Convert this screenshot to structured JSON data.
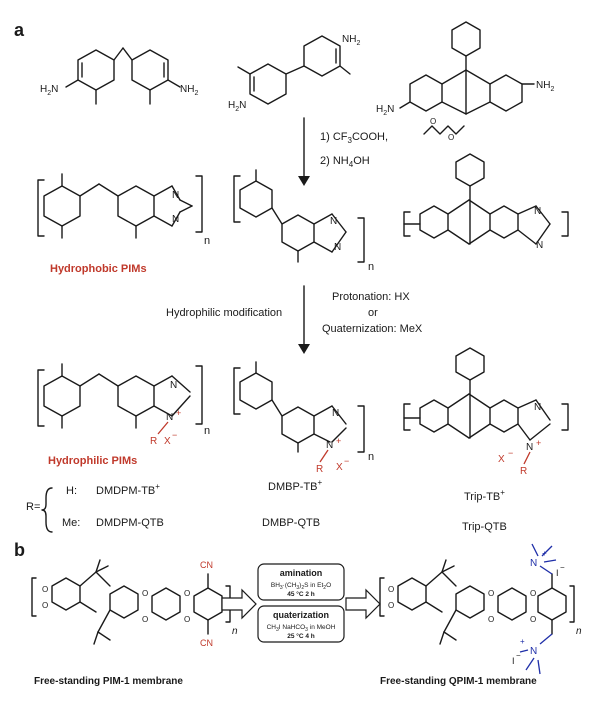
{
  "panel_a": {
    "label": "a",
    "reagents": {
      "step1_cf3cooh": "1) CF",
      "step1_sub3": "3",
      "step1_cooh": "COOH,",
      "step2": "2) NH",
      "step2_sub": "4",
      "step2_oh": "OH"
    },
    "monomers": {
      "nh2": "NH",
      "nh2_sub": "2",
      "h2n": "H",
      "h2n_sub": "2",
      "h2n_n": "N"
    },
    "hydrophobic_label": "Hydrophobic PIMs",
    "hydrophilic_label": "Hydrophilic PIMs",
    "modification": "Hydrophilic modification",
    "protonation": "Protonation: HX",
    "or": "or",
    "quaternization": "Quaternization: MeX",
    "n": "n",
    "N": "N",
    "R": "R",
    "X": "X",
    "plus": "+",
    "minus": "−",
    "r_eq": "R=",
    "r_h": "H:",
    "r_me": "Me:",
    "dmdpm_tb": "DMDPM-TB",
    "dmdpm_qtb": "DMDPM-QTB",
    "dmbp_tb": "DMBP-TB",
    "dmbp_qtb": "DMBP-QTB",
    "trip_tb": "Trip-TB",
    "trip_qtb": "Trip-QTB",
    "sup_plus": "+"
  },
  "panel_b": {
    "label": "b",
    "cn": "CN",
    "amination": "amination",
    "amination_cond_1": "BH",
    "amination_cond_sub1": "3",
    "amination_cond_2": "·(CH",
    "amination_cond_sub2": "3",
    "amination_cond_3": ")",
    "amination_cond_sub3": "2",
    "amination_cond_4": "S in Et",
    "amination_cond_sub4": "2",
    "amination_cond_5": "O",
    "amination_temp": "45 °C   2 h",
    "quaterization": "quaterization",
    "quat_cond": "CH",
    "quat_cond_sub": "3",
    "quat_cond_2": "I  NaHCO",
    "quat_cond_sub2": "3",
    "quat_cond_3": " in MeOH",
    "quat_temp": "25 °C   4 h",
    "left_caption": "Free-standing PIM-1 membrane",
    "right_caption": "Free-standing QPIM-1 membrane",
    "N": "N",
    "I": "I",
    "plus": "+",
    "minus": "−",
    "n": "n",
    "O": "O"
  }
}
